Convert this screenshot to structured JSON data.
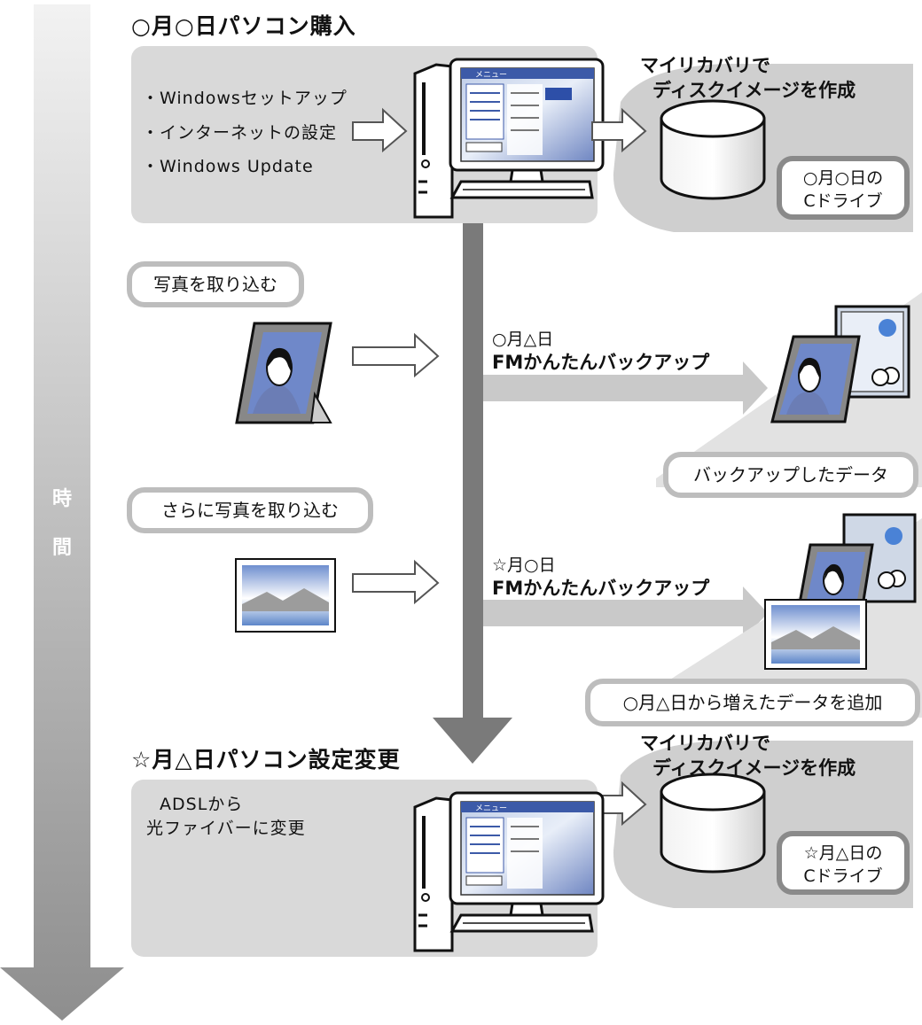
{
  "time_axis": {
    "label_1": "時",
    "label_2": "間"
  },
  "section1": {
    "heading": "○月○日パソコン購入",
    "items": [
      "・Windowsセットアップ",
      "・インターネットの設定",
      "・Windows Update"
    ],
    "result_title_1": "マイリカバリで",
    "result_title_2": "ディスクイメージを作成",
    "drive_label_1": "○月○日の",
    "drive_label_2": "Cドライブ"
  },
  "photo_step1": {
    "action": "写真を取り込む",
    "date": "○月△日",
    "tool": "FMかんたんバックアップ",
    "result": "バックアップしたデータ"
  },
  "photo_step2": {
    "action": "さらに写真を取り込む",
    "date": "☆月○日",
    "tool": "FMかんたんバックアップ",
    "result": "○月△日から増えたデータを追加"
  },
  "section2": {
    "heading": "☆月△日パソコン設定変更",
    "change_1": "ADSLから",
    "change_2": "光ファイバーに変更",
    "result_title_1": "マイリカバリで",
    "result_title_2": "ディスクイメージを作成",
    "drive_label_1": "☆月△日の",
    "drive_label_2": "Cドライブ"
  },
  "monitor_ui": {
    "menu_title": "メニュー"
  }
}
